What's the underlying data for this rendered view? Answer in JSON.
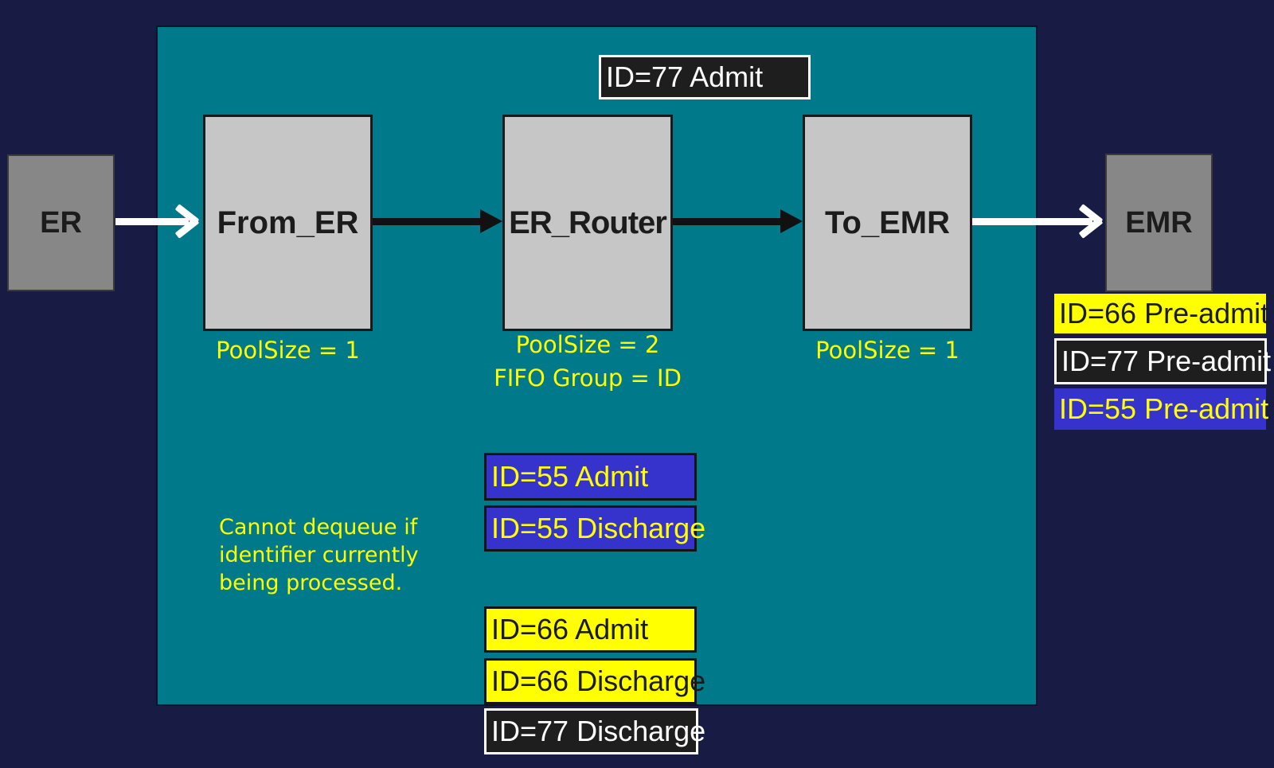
{
  "diagram": {
    "colors": {
      "background": "#181c45",
      "panel": "#00798b",
      "node_outer_fill": "#878787",
      "node_inner_fill": "#c6c6c6",
      "annotation_yellow": "#ffff00",
      "msg_yellow_fill": "#ffff00",
      "msg_blue_fill": "#3633cc",
      "msg_black_fill": "#1e1e1e"
    },
    "nodes": {
      "er": {
        "label": "ER"
      },
      "from_er": {
        "label": "From_ER",
        "pool_label": "PoolSize = 1"
      },
      "er_router": {
        "label": "ER_Router",
        "pool_label": "PoolSize = 2",
        "fifo_label": "FIFO Group = ID"
      },
      "to_emr": {
        "label": "To_EMR",
        "pool_label": "PoolSize = 1"
      },
      "emr": {
        "label": "EMR"
      }
    },
    "note": {
      "lines": [
        "Cannot dequeue if",
        "identifier currently",
        "being processed."
      ]
    },
    "messages": {
      "top": {
        "label": "ID=77 Admit",
        "style": "black"
      },
      "middle": [
        {
          "label": "ID=55 Admit",
          "style": "blue"
        },
        {
          "label": "ID=55 Discharge",
          "style": "blue"
        },
        {
          "label": "ID=66 Admit",
          "style": "yellow"
        },
        {
          "label": "ID=66 Discharge",
          "style": "yellow"
        },
        {
          "label": "ID=77 Discharge",
          "style": "black"
        }
      ],
      "right": [
        {
          "label": "ID=66 Pre-admit",
          "style": "yellow"
        },
        {
          "label": "ID=77 Pre-admit",
          "style": "black"
        },
        {
          "label": "ID=55 Pre-admit",
          "style": "blue"
        }
      ]
    }
  }
}
